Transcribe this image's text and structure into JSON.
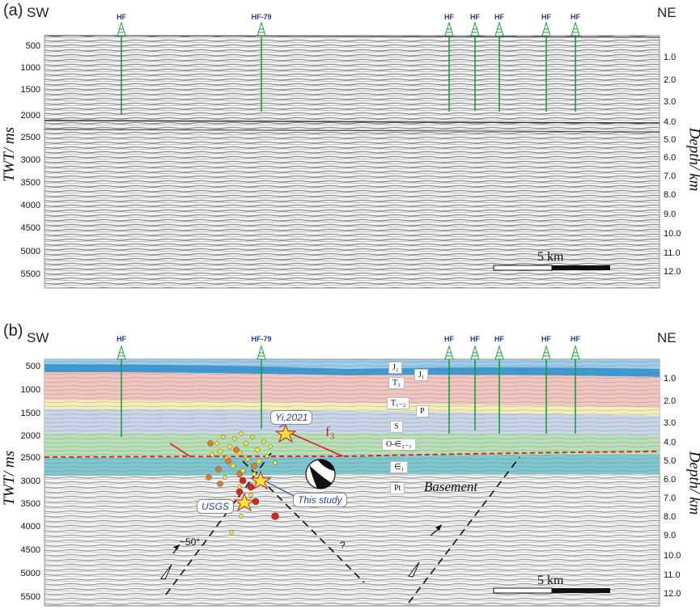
{
  "panel_a": {
    "label": "(a)",
    "left_dir": "SW",
    "right_dir": "NE",
    "wells": [
      "HF",
      "HF-79",
      "HF",
      "HF",
      "HF",
      "HF",
      "HF"
    ],
    "twt_ticks": [
      "500",
      "1000",
      "1500",
      "2000",
      "2500",
      "3000",
      "3500",
      "4000",
      "4500",
      "5000",
      "5500"
    ],
    "depth_ticks": [
      "1.0",
      "2.0",
      "3.0",
      "4.0",
      "5.0",
      "6.0",
      "7.0",
      "8.0",
      "9.0",
      "10.0",
      "11.0",
      "12.0"
    ],
    "left_axis_title": "TWT/ ms",
    "right_axis_title": "Depth/ km",
    "scale_label": "5 km"
  },
  "panel_b": {
    "label": "(b)",
    "left_dir": "SW",
    "right_dir": "NE",
    "wells": [
      "HF",
      "HF-79",
      "HF",
      "HF",
      "HF",
      "HF",
      "HF"
    ],
    "twt_ticks": [
      "500",
      "1000",
      "1500",
      "2000",
      "2500",
      "3000",
      "3500",
      "4000",
      "4500",
      "5000",
      "5500"
    ],
    "depth_ticks": [
      "1.0",
      "2.0",
      "3.0",
      "4.0",
      "5.0",
      "6.0",
      "7.0",
      "8.0",
      "9.0",
      "10.0",
      "11.0",
      "12.0"
    ],
    "left_axis_title": "TWT/ ms",
    "right_axis_title": "Depth/ km",
    "scale_label": "5 km",
    "strata": {
      "j2": "J₂",
      "j1": "J₁",
      "t3": "T₃",
      "t12": "T₁₋₂",
      "p": "P",
      "s": "S",
      "oe": "O-∈₂₋₃",
      "e1": "∈₁",
      "pt": "Pt"
    },
    "basement_label": "Basement",
    "annotations": {
      "yi": "Yi,2021",
      "this_study": "This study",
      "usgs": "USGS",
      "fault_name": "f₃",
      "dip_angle": "~50°",
      "question": "?"
    }
  },
  "colors": {
    "layer_j2": "#9fcce8",
    "layer_blue_band": "#3f9bd6",
    "layer_t": "#f1c6c0",
    "layer_p": "#f4efb8",
    "layer_s": "#c9d6ea",
    "layer_o": "#b9dfb8",
    "layer_e1": "#7fc7cf",
    "well_green": "#1c9d3e",
    "fault_red": "#d81b1b",
    "star": "#ffe33a"
  }
}
